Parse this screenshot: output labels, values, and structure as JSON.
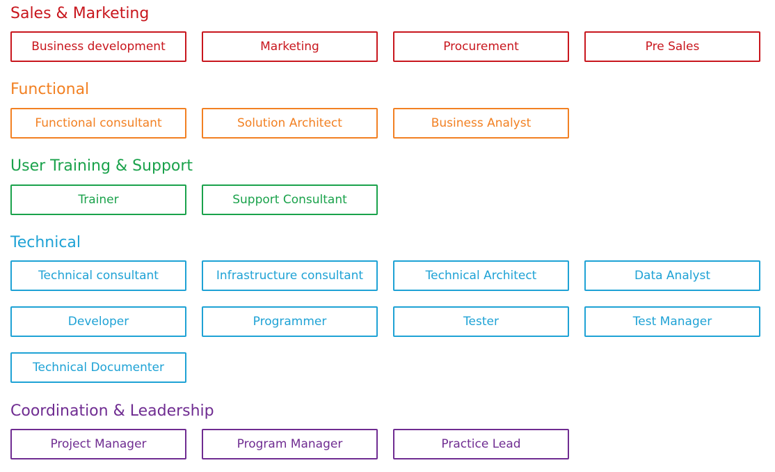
{
  "colors": {
    "sales_marketing": "#c8161d",
    "functional": "#f28022",
    "user_training_support": "#1aa24b",
    "technical": "#1ea2d5",
    "coordination_leadership": "#6f2c91"
  },
  "sections": [
    {
      "title": "Sales & Marketing",
      "roles": [
        "Business development",
        "Marketing",
        "Procurement",
        "Pre Sales"
      ]
    },
    {
      "title": "Functional",
      "roles": [
        "Functional consultant",
        "Solution Architect",
        "Business Analyst"
      ]
    },
    {
      "title": "User Training & Support",
      "roles": [
        "Trainer",
        "Support Consultant"
      ]
    },
    {
      "title": "Technical",
      "roles": [
        "Technical consultant",
        "Infrastructure consultant",
        "Technical Architect",
        "Data Analyst",
        "Developer",
        "Programmer",
        "Tester",
        "Test Manager",
        "Technical Documenter"
      ]
    },
    {
      "title": "Coordination & Leadership",
      "roles": [
        "Project Manager",
        "Program Manager",
        "Practice Lead"
      ]
    }
  ]
}
